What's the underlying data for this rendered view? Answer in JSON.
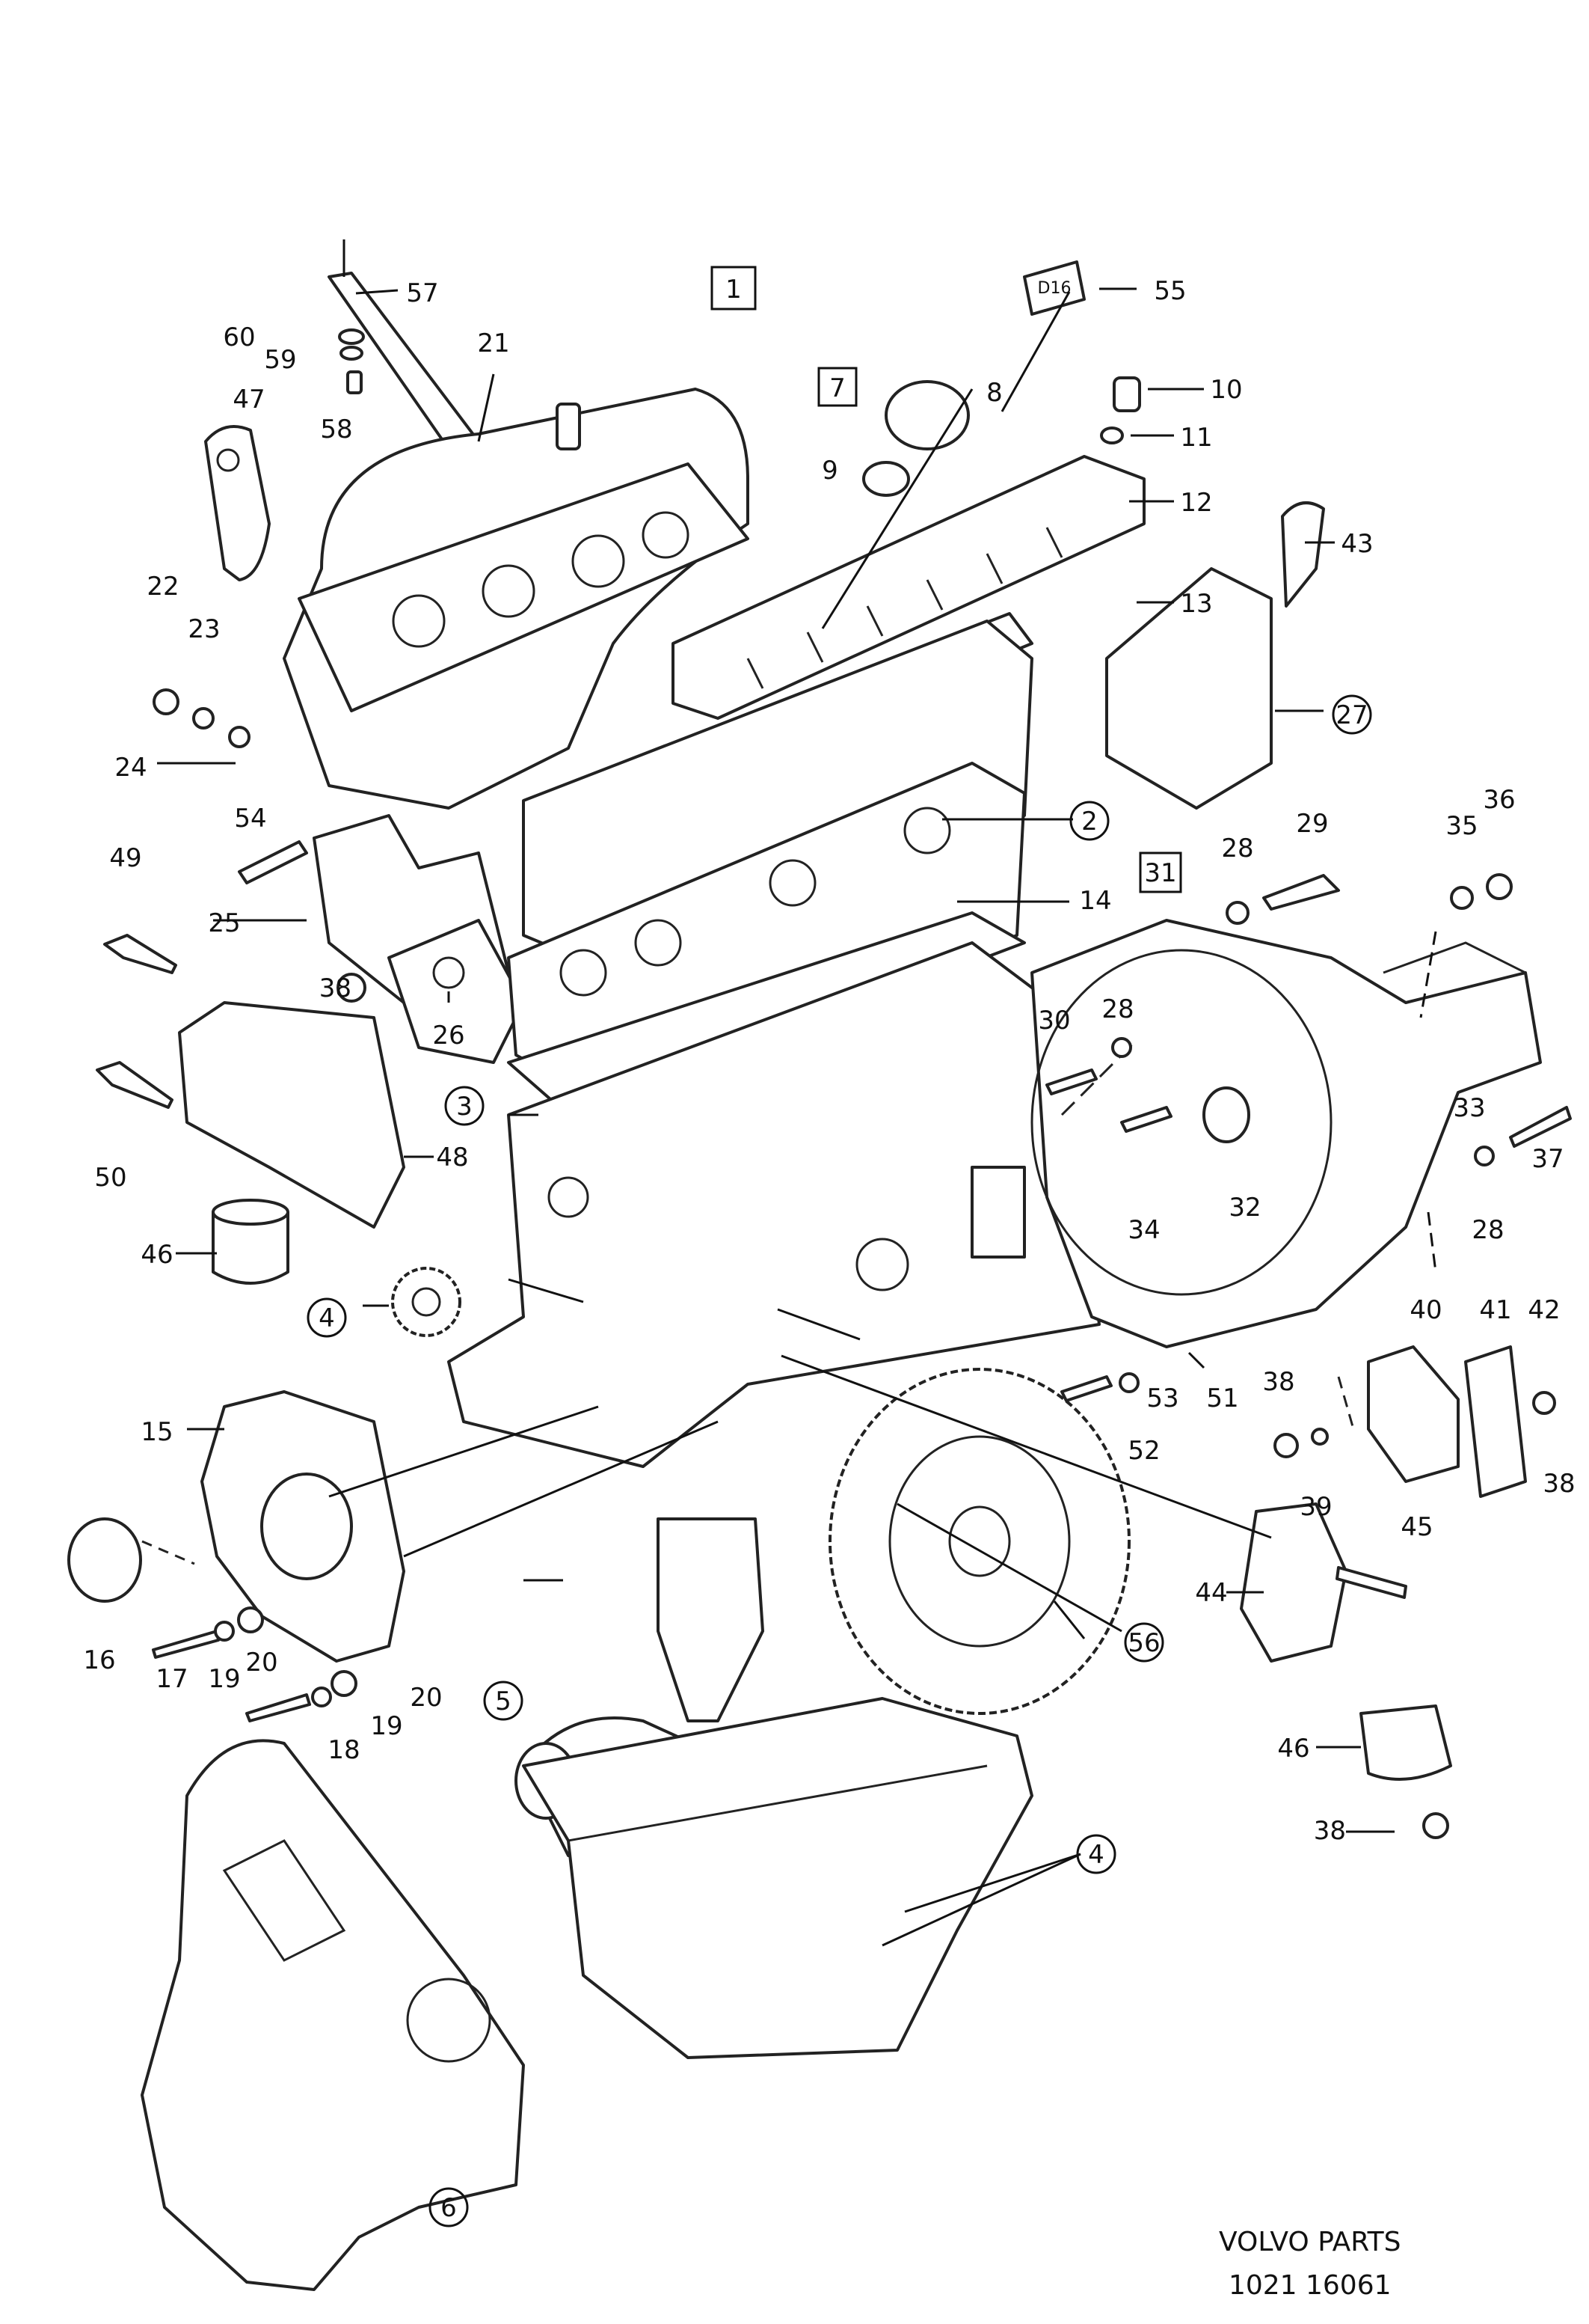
{
  "callouts": [
    {
      "num": "1",
      "style": "box"
    },
    {
      "num": "2",
      "style": "circle"
    },
    {
      "num": "3",
      "style": "circle"
    },
    {
      "num": "4",
      "style": "circle"
    },
    {
      "num": "4",
      "style": "circle"
    },
    {
      "num": "5",
      "style": "circle"
    },
    {
      "num": "6",
      "style": "circle"
    },
    {
      "num": "7",
      "style": "box"
    },
    {
      "num": "8",
      "style": "plain"
    },
    {
      "num": "9",
      "style": "plain"
    },
    {
      "num": "10",
      "style": "plain"
    },
    {
      "num": "11",
      "style": "plain"
    },
    {
      "num": "12",
      "style": "plain"
    },
    {
      "num": "13",
      "style": "plain"
    },
    {
      "num": "14",
      "style": "plain"
    },
    {
      "num": "15",
      "style": "plain"
    },
    {
      "num": "16",
      "style": "plain"
    },
    {
      "num": "17",
      "style": "plain"
    },
    {
      "num": "18",
      "style": "plain"
    },
    {
      "num": "19",
      "style": "plain"
    },
    {
      "num": "19",
      "style": "plain"
    },
    {
      "num": "20",
      "style": "plain"
    },
    {
      "num": "20",
      "style": "plain"
    },
    {
      "num": "21",
      "style": "plain"
    },
    {
      "num": "22",
      "style": "plain"
    },
    {
      "num": "23",
      "style": "plain"
    },
    {
      "num": "24",
      "style": "plain"
    },
    {
      "num": "25",
      "style": "plain"
    },
    {
      "num": "26",
      "style": "plain"
    },
    {
      "num": "27",
      "style": "circle"
    },
    {
      "num": "28",
      "style": "plain"
    },
    {
      "num": "28",
      "style": "plain"
    },
    {
      "num": "28",
      "style": "plain"
    },
    {
      "num": "29",
      "style": "plain"
    },
    {
      "num": "30",
      "style": "plain"
    },
    {
      "num": "31",
      "style": "box"
    },
    {
      "num": "32",
      "style": "plain"
    },
    {
      "num": "33",
      "style": "plain"
    },
    {
      "num": "34",
      "style": "plain"
    },
    {
      "num": "35",
      "style": "plain"
    },
    {
      "num": "36",
      "style": "plain"
    },
    {
      "num": "37",
      "style": "plain"
    },
    {
      "num": "38",
      "style": "plain"
    },
    {
      "num": "38",
      "style": "plain"
    },
    {
      "num": "38",
      "style": "plain"
    },
    {
      "num": "38",
      "style": "plain"
    },
    {
      "num": "39",
      "style": "plain"
    },
    {
      "num": "40",
      "style": "plain"
    },
    {
      "num": "41",
      "style": "plain"
    },
    {
      "num": "42",
      "style": "plain"
    },
    {
      "num": "43",
      "style": "plain"
    },
    {
      "num": "44",
      "style": "plain"
    },
    {
      "num": "45",
      "style": "plain"
    },
    {
      "num": "46",
      "style": "plain"
    },
    {
      "num": "46",
      "style": "plain"
    },
    {
      "num": "47",
      "style": "plain"
    },
    {
      "num": "48",
      "style": "plain"
    },
    {
      "num": "49",
      "style": "plain"
    },
    {
      "num": "50",
      "style": "plain"
    },
    {
      "num": "51",
      "style": "plain"
    },
    {
      "num": "52",
      "style": "plain"
    },
    {
      "num": "53",
      "style": "plain"
    },
    {
      "num": "54",
      "style": "plain"
    },
    {
      "num": "55",
      "style": "plain"
    },
    {
      "num": "56",
      "style": "circle"
    },
    {
      "num": "57",
      "style": "plain"
    },
    {
      "num": "58",
      "style": "plain"
    },
    {
      "num": "59",
      "style": "plain"
    },
    {
      "num": "60",
      "style": "plain"
    }
  ],
  "part_marking": "D16",
  "footer": {
    "brand": "VOLVO PARTS",
    "code": "1021 16061"
  }
}
